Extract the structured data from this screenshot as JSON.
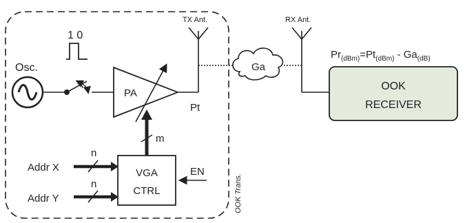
{
  "labels": {
    "oscillator": "Osc.",
    "on_off_bits": "1 0",
    "pa": "PA",
    "pt": "Pt",
    "m": "m",
    "n_x": "n",
    "n_y": "n",
    "addr_x": "Addr X",
    "addr_y": "Addr Y",
    "vga_line1": "VGA",
    "vga_line2": "CTRL",
    "en": "EN",
    "tx_ant": "TX Ant.",
    "rx_ant": "RX Ant.",
    "ga": "Ga",
    "transmitter_box": "OOK Trans.",
    "receiver_line1": "OOK",
    "receiver_line2": "RECEIVER"
  },
  "equation": {
    "pr": "Pr",
    "pr_sub": "(dBm)",
    "eq": "=",
    "pt": "Pt",
    "pt_sub": "(dBm)",
    "minus": " - ",
    "ga": "Ga",
    "ga_sub": "(dB)"
  },
  "colors": {
    "receiver_fill": "#e4eadc",
    "stroke": "#222222"
  }
}
